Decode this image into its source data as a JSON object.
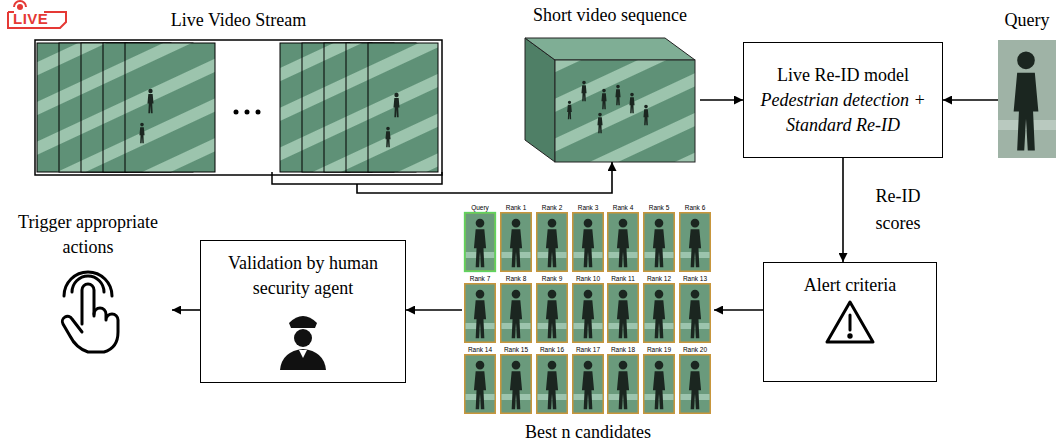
{
  "diagram": {
    "nodes": [
      {
        "text": [
          "Live Video Stream"
        ]
      },
      {
        "text": [
          "Short video sequence"
        ]
      },
      {
        "text": [
          "Query"
        ]
      },
      {
        "text": [
          "Live Re-ID model",
          "Pedestrian detection + Standard Re-ID"
        ]
      },
      {
        "text": [
          "Alert criteria"
        ]
      },
      {
        "text": [
          "Best n candidates"
        ]
      },
      {
        "text": [
          "Validation by human security agent"
        ]
      },
      {
        "text": [
          "Trigger appropriate actions"
        ]
      }
    ],
    "edges": [
      {
        "from": 0,
        "to": 1,
        "arrow": "to"
      },
      {
        "from": 1,
        "to": 3,
        "arrow": "to"
      },
      {
        "from": 2,
        "to": 3,
        "arrow": "to"
      },
      {
        "from": 3,
        "to": 4,
        "label": "Re-ID scores",
        "arrow": "to"
      },
      {
        "from": 4,
        "to": 5,
        "arrow": "to"
      },
      {
        "from": 5,
        "to": 6,
        "arrow": "to"
      },
      {
        "from": 6,
        "to": 7,
        "arrow": "to"
      }
    ],
    "labels": [
      "LIVE",
      "Query",
      "Rank 1",
      "Rank 2",
      "Rank 3",
      "Rank 4",
      "Rank 5",
      "Rank 6",
      "Rank 7",
      "Rank 8",
      "Rank 9",
      "Rank 10",
      "Rank 11",
      "Rank 12",
      "Rank 13",
      "Rank 14",
      "Rank 15",
      "Rank 16",
      "Rank 17",
      "Rank 18",
      "Rank 19",
      "Rank 20"
    ]
  }
}
